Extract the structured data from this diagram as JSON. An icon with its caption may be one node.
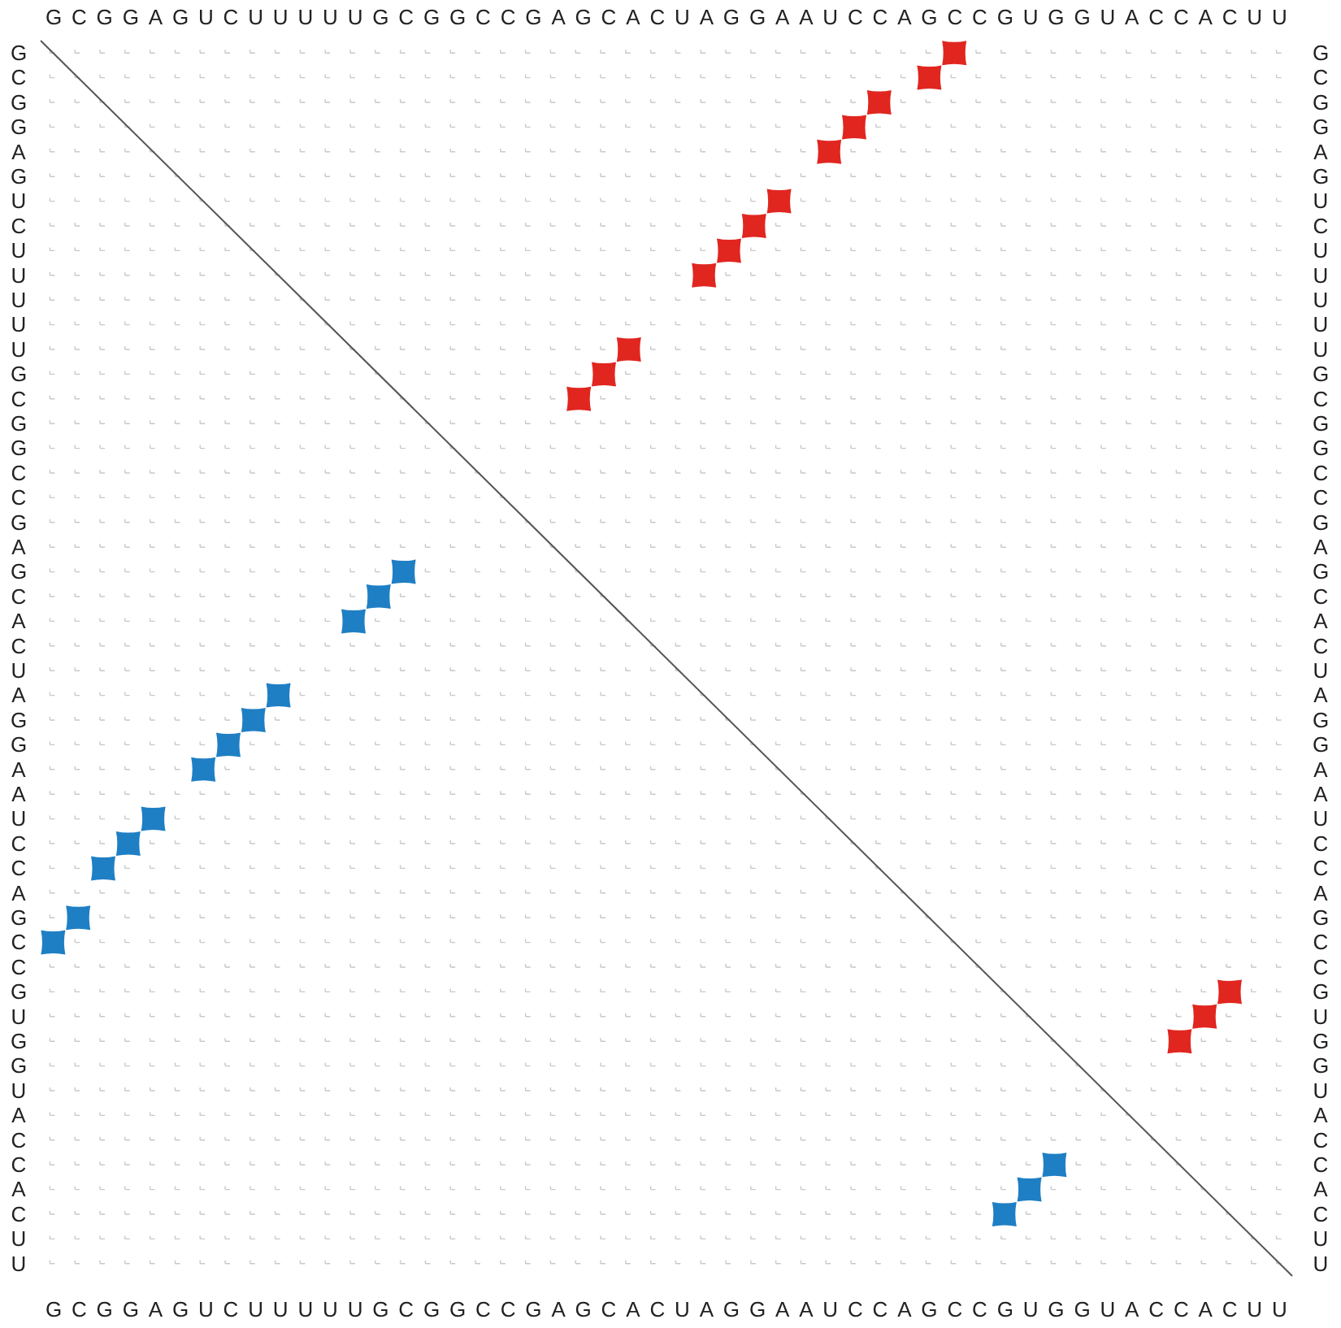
{
  "diagram": {
    "labels": [
      "GCGGAGUCUUUUUGCGGCCGAGCACUAGGAAUCCAGCCGUGGUACCACUU",
      "GCGGAGUCUUUUUGCGGCCGAGCACUAGGAAUCCAGCCGUGGUACCACUU",
      "GCGGAGUCUUUUUGCGGCCGAGCACUAGGAAUCCAGCCGUGGUACCACUU",
      "GCGGAGUCUUUUUGCGGCCGAGCACUAGGAAUCCAGCCGUGGUACCACUU"
    ]
  }
}
